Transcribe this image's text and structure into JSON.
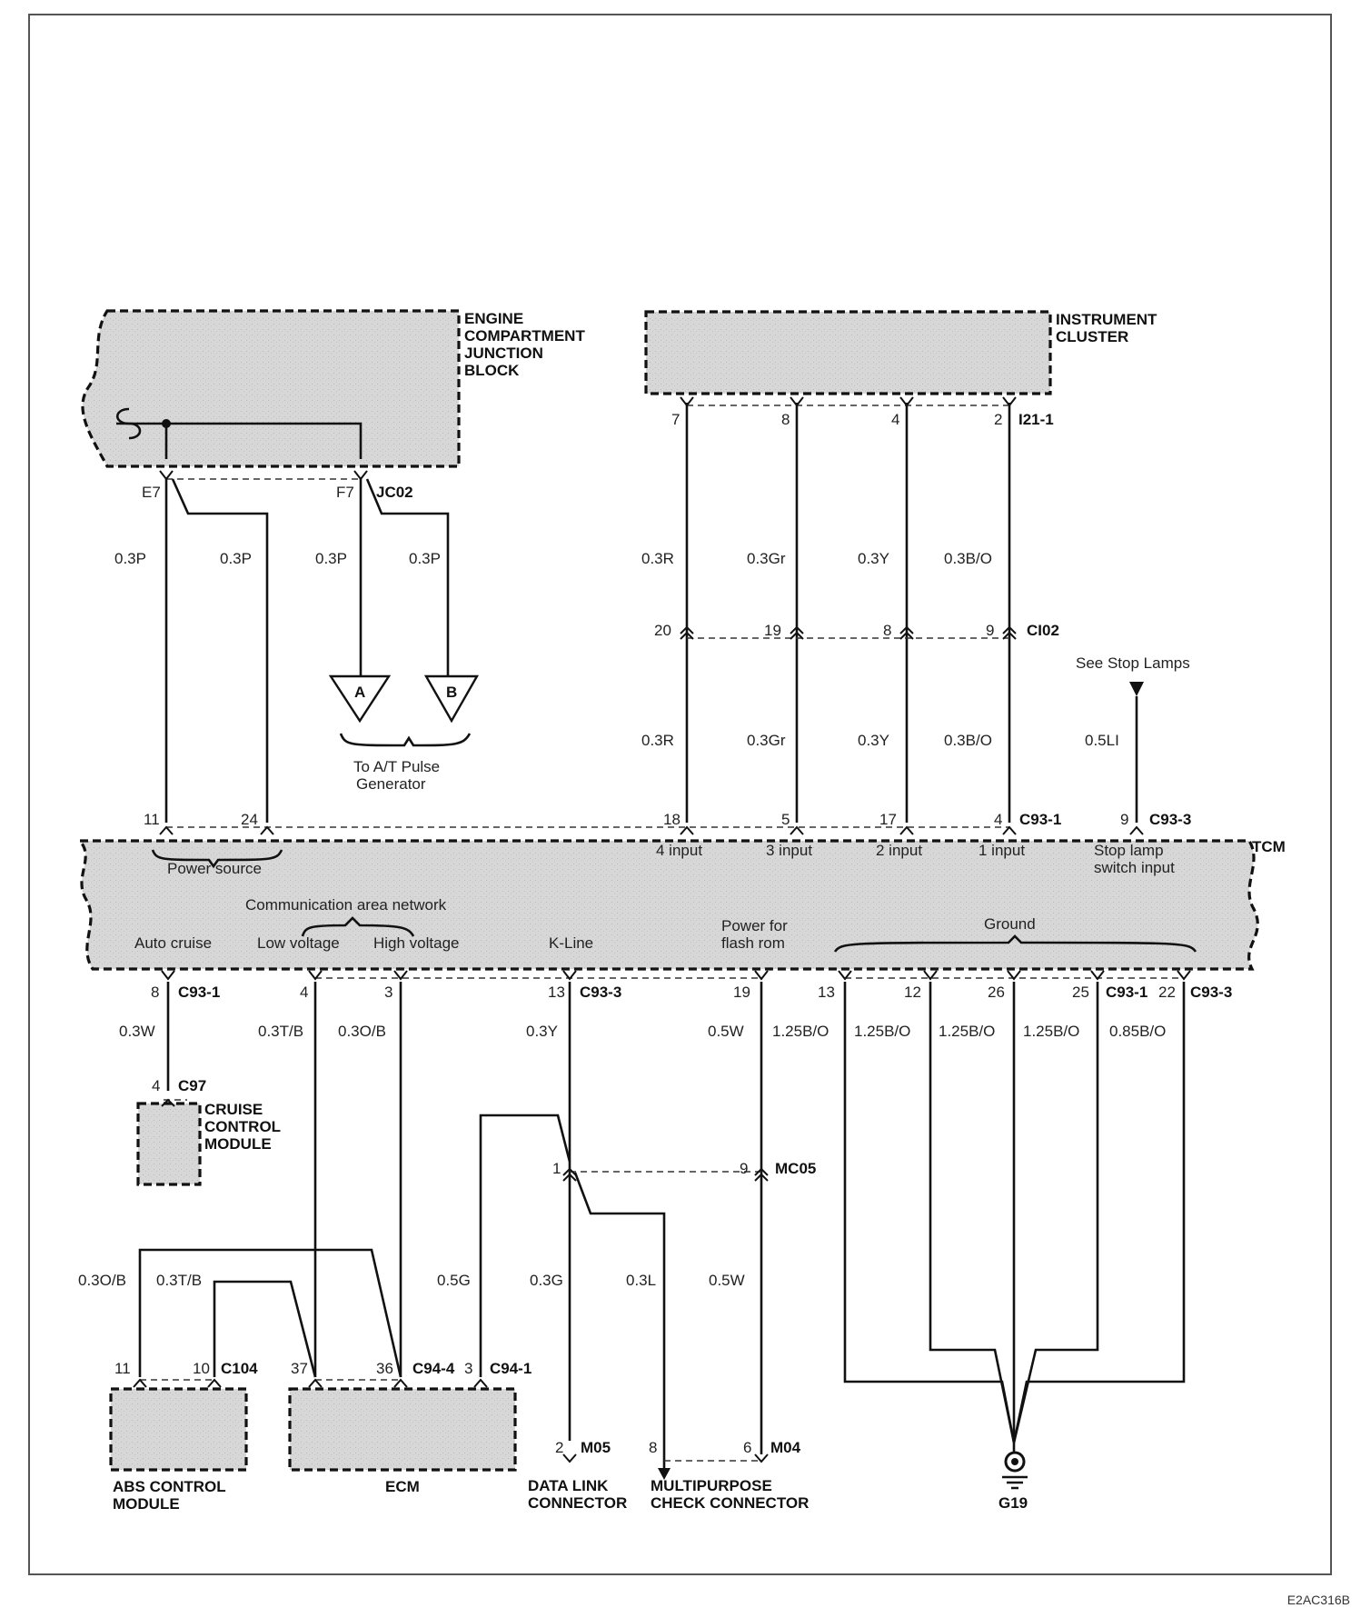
{
  "components": {
    "engine_junction": "ENGINE COMPARTMENT JUNCTION BLOCK",
    "instrument_cluster": "INSTRUMENT CLUSTER",
    "tcm": "TCM",
    "cruise_module": "CRUISE CONTROL MODULE",
    "abs_module": "ABS CONTROL MODULE",
    "ecm": "ECM",
    "data_link": "DATA LINK CONNECTOR",
    "multipurpose": "MULTIPURPOSE CHECK CONNECTOR",
    "ground": "G19"
  },
  "connectors": {
    "jc02": "JC02",
    "i21_1": "I21-1",
    "ci02": "CI02",
    "c93_1_top": "C93-1",
    "c93_3_top": "C93-3",
    "c93_1_bot": "C93-1",
    "c93_3_bot": "C93-3",
    "c93_1_gnd": "C93-1",
    "c93_3_gnd": "C93-3",
    "c97": "C97",
    "mc05": "MC05",
    "c104": "C104",
    "c94_4": "C94-4",
    "c94_1": "C94-1",
    "m05": "M05",
    "m04": "M04"
  },
  "pins": {
    "e7": "E7",
    "f7": "F7",
    "ic_7": "7",
    "ic_8": "8",
    "ic_4": "4",
    "ic_2": "2",
    "ci_20": "20",
    "ci_19": "19",
    "ci_8": "8",
    "ci_9": "9",
    "t_11": "11",
    "t_24": "24",
    "t_18": "18",
    "t_5": "5",
    "t_17": "17",
    "t_4": "4",
    "t_9": "9",
    "b_8": "8",
    "b_4": "4",
    "b_3": "3",
    "b_13": "13",
    "b_19": "19",
    "g_13": "13",
    "g_12": "12",
    "g_26": "26",
    "g_25": "25",
    "g_22": "22",
    "c97_4": "4",
    "mc_1": "1",
    "mc_9": "9",
    "abs_11": "11",
    "abs_10": "10",
    "ecm_37": "37",
    "ecm_36": "36",
    "ecm_3": "3",
    "dl_2": "2",
    "mp_8": "8",
    "mp_6": "6"
  },
  "wires": {
    "p1": "0.3P",
    "p2": "0.3P",
    "p3": "0.3P",
    "p4": "0.3P",
    "r_a": "0.3R",
    "gr_a": "0.3Gr",
    "y_a": "0.3Y",
    "bo_a": "0.3B/O",
    "r_b": "0.3R",
    "gr_b": "0.3Gr",
    "y_b": "0.3Y",
    "bo_b": "0.3B/O",
    "li": "0.5LI",
    "w1": "0.3W",
    "tb1": "0.3T/B",
    "ob1": "0.3O/B",
    "y3": "0.3Y",
    "w5": "0.5W",
    "g125_1": "1.25B/O",
    "g125_2": "1.25B/O",
    "g125_3": "1.25B/O",
    "g125_4": "1.25B/O",
    "g085": "0.85B/O",
    "ob2": "0.3O/B",
    "tb2": "0.3T/B",
    "g5": "0.5G",
    "g3": "0.3G",
    "l3": "0.3L",
    "w5b": "0.5W"
  },
  "tcm_labels": {
    "in4": "4 input",
    "in3": "3 input",
    "in2": "2 input",
    "in1": "1 input",
    "stop1": "Stop lamp",
    "stop2": "switch input",
    "power_source": "Power source",
    "can": "Communication area network",
    "auto_cruise": "Auto cruise",
    "low_v": "Low voltage",
    "high_v": "High voltage",
    "kline": "K-Line",
    "flash1": "Power for",
    "flash2": "flash rom",
    "ground": "Ground"
  },
  "misc": {
    "stop_ref": "See Stop Lamps",
    "pulse1": "To A/T Pulse",
    "pulse2": "Generator",
    "conn_a": "A",
    "conn_b": "B",
    "code": "E2AC316B"
  }
}
